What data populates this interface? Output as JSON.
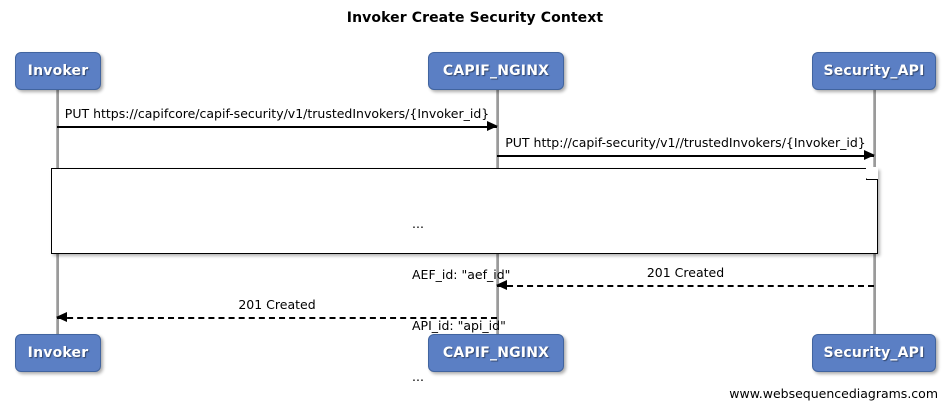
{
  "diagram": {
    "title": "Invoker Create Security Context",
    "footer": "www.websequencediagrams.com",
    "colors": {
      "participant_fill": "#5b7fc4",
      "participant_border": "#41649f",
      "participant_text": "#ffffff",
      "lifeline": "#9a9a9a",
      "line": "#000000",
      "background": "#ffffff"
    }
  },
  "participants": [
    {
      "id": "invoker",
      "label": "Invoker"
    },
    {
      "id": "capif_nginx",
      "label": "CAPIF_NGINX"
    },
    {
      "id": "security_api",
      "label": "Security_API"
    }
  ],
  "messages": [
    {
      "label": "PUT https://capifcore/capif-security/v1/trustedInvokers/{Invoker_id}",
      "from": "Invoker",
      "to": "CAPIF_NGINX",
      "style": "solid",
      "direction": "right"
    },
    {
      "label": "PUT http://capif-security/v1//trustedInvokers/{Invoker_id}",
      "from": "CAPIF_NGINX",
      "to": "Security_API",
      "style": "solid",
      "direction": "right"
    },
    {
      "label": "201 Created",
      "from": "Security_API",
      "to": "CAPIF_NGINX",
      "style": "dashed",
      "direction": "left"
    },
    {
      "label": "201 Created",
      "from": "CAPIF_NGINX",
      "to": "Invoker",
      "style": "dashed",
      "direction": "left"
    }
  ],
  "note": {
    "lines": [
      "...",
      "AEF_id: \"aef_id\"",
      "API_id: \"api_id\"",
      "..."
    ],
    "line0": "...",
    "line1": "AEF_id: \"aef_id\"",
    "line2": "API_id: \"api_id\"",
    "line3": "..."
  }
}
